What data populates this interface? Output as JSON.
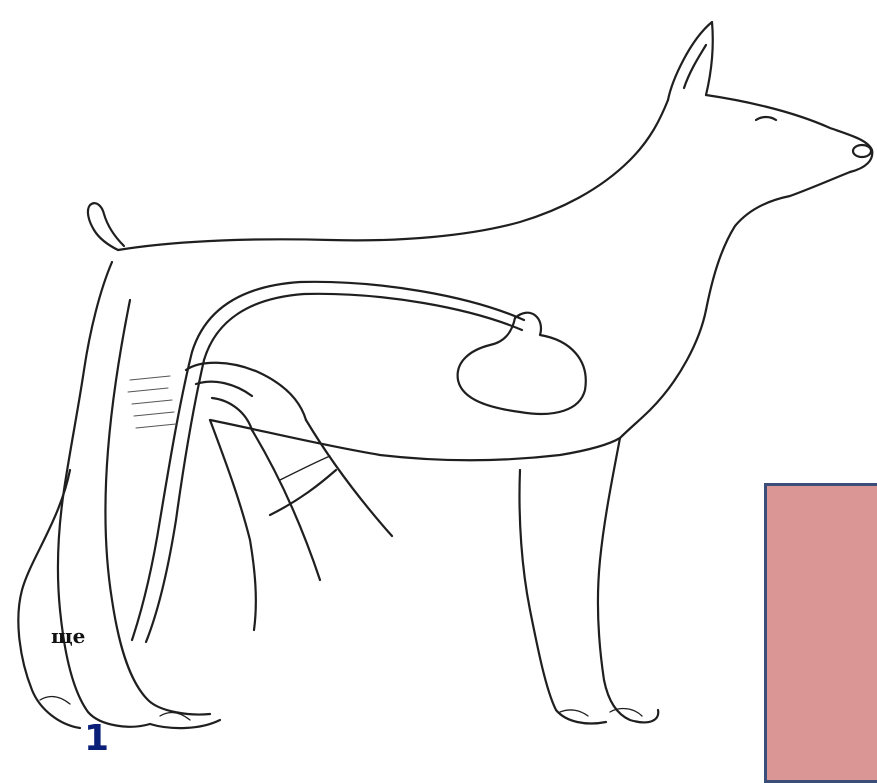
{
  "illustration": {
    "subject": "dog-outline-with-stomach-tube",
    "elements": [
      "dog-body",
      "stomach",
      "feeding-tube",
      "hand"
    ]
  },
  "caption": {
    "partial_word": "ще",
    "partial_number": "1",
    "box_color": "#d99694",
    "border_color": "#3b4e7a",
    "number_color": "#0a1f78"
  }
}
